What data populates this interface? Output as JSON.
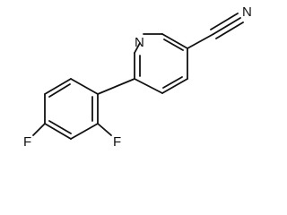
{
  "molecule": {
    "atoms": {
      "ring_nitrogen": "N",
      "nitrile_nitrogen": "N",
      "fluorine_ortho": "F",
      "fluorine_para": "F"
    }
  }
}
